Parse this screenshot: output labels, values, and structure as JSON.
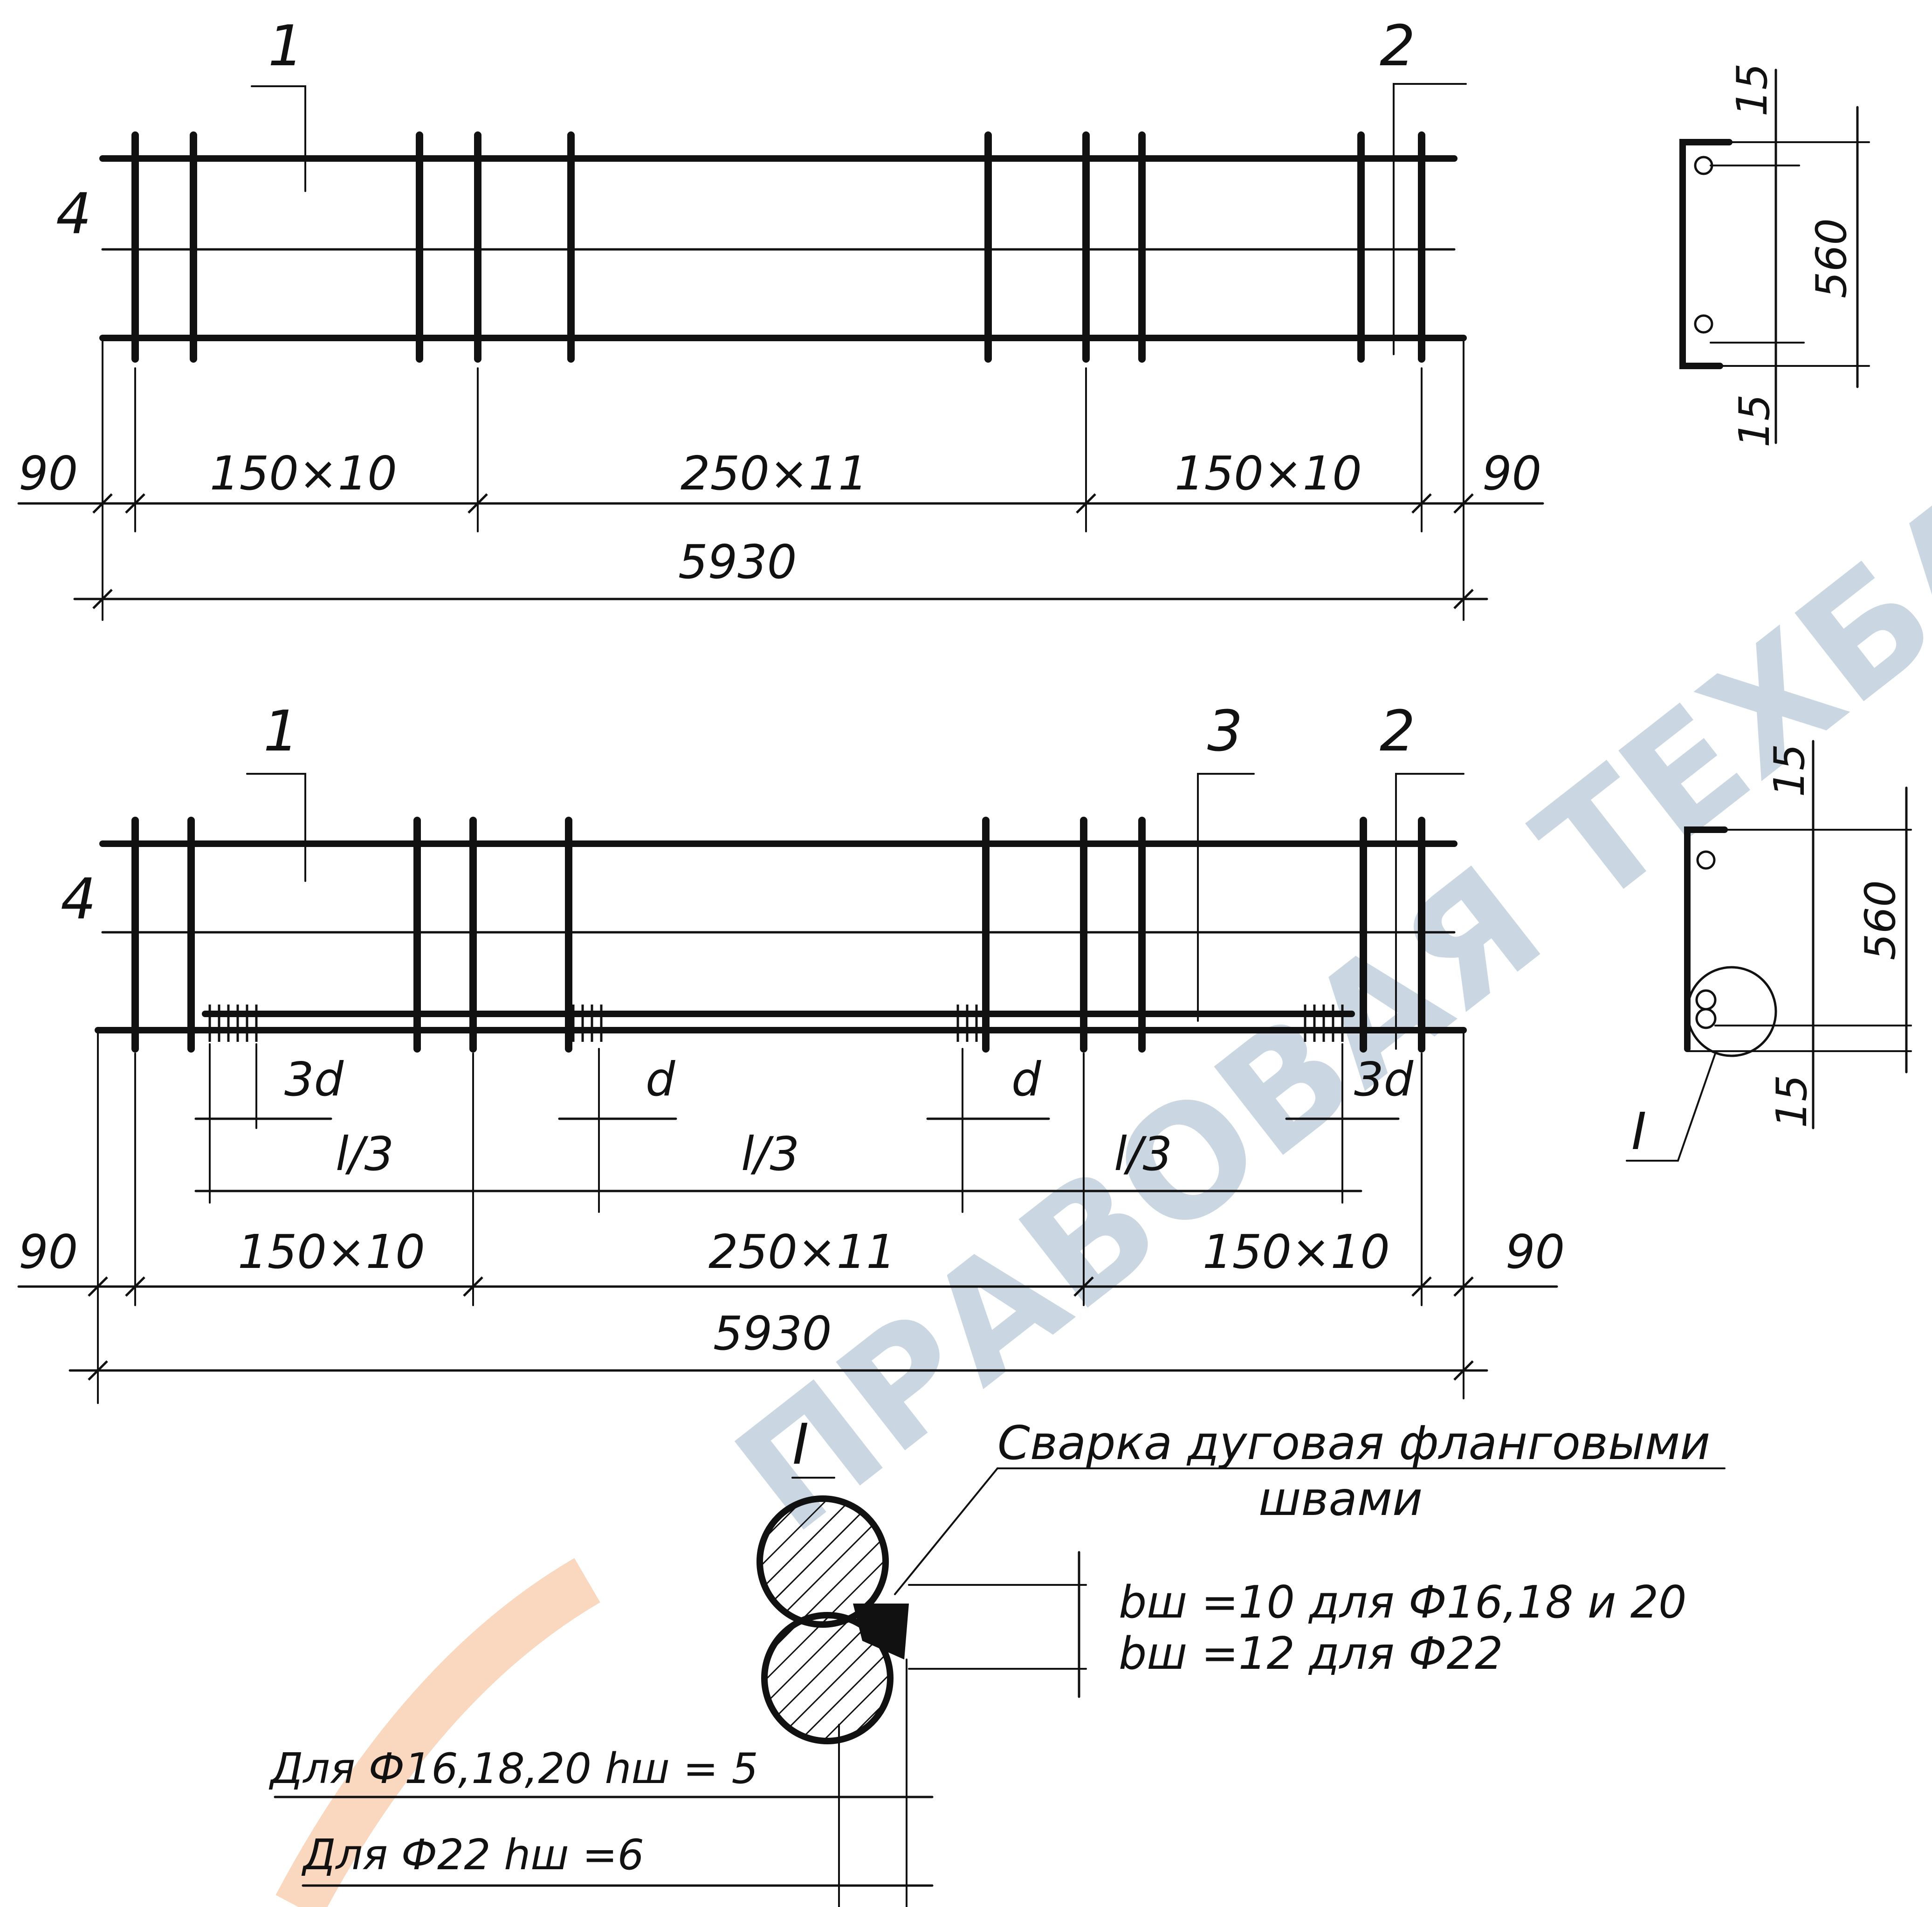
{
  "frame_top": {
    "callouts": [
      "1",
      "2",
      "4"
    ],
    "dimensions": {
      "end_left": "90",
      "end_right": "90",
      "zone_left": "150×10",
      "zone_mid": "250×11",
      "zone_right": "150×10",
      "total": "5930"
    }
  },
  "section_top": {
    "cover_top": "15",
    "height": "560",
    "cover_bottom": "15"
  },
  "frame_bottom": {
    "callouts": [
      "1",
      "3",
      "2",
      "4"
    ],
    "weld_lengths": {
      "end": "3d",
      "mid": "d"
    },
    "thirds": [
      "l/3",
      "l/3",
      "l/3"
    ],
    "dimensions": {
      "end_left": "90",
      "end_right": "90",
      "zone_left": "150×10",
      "zone_mid": "250×11",
      "zone_right": "150×10",
      "total": "5930"
    }
  },
  "section_bottom": {
    "cover_top": "15",
    "height": "560",
    "cover_bottom": "15",
    "detail_mark": "I"
  },
  "detail": {
    "mark": "I",
    "weld_title_line1": "Сварка дуговая фланговыми",
    "weld_title_line2": "швами",
    "bw_line1": "bш =10  для Ф16,18 и 20",
    "bw_line2": "bш =12  для Ф22",
    "hw_line1": "Для Ф16,18,20  hш = 5",
    "hw_line2": "Для Ф22  hш =6"
  },
  "watermark": {
    "text": "ПРАВОВАЯ ТЕХБАЗА",
    "color": "#9fb7cc",
    "accent_color": "#f6b98a"
  }
}
